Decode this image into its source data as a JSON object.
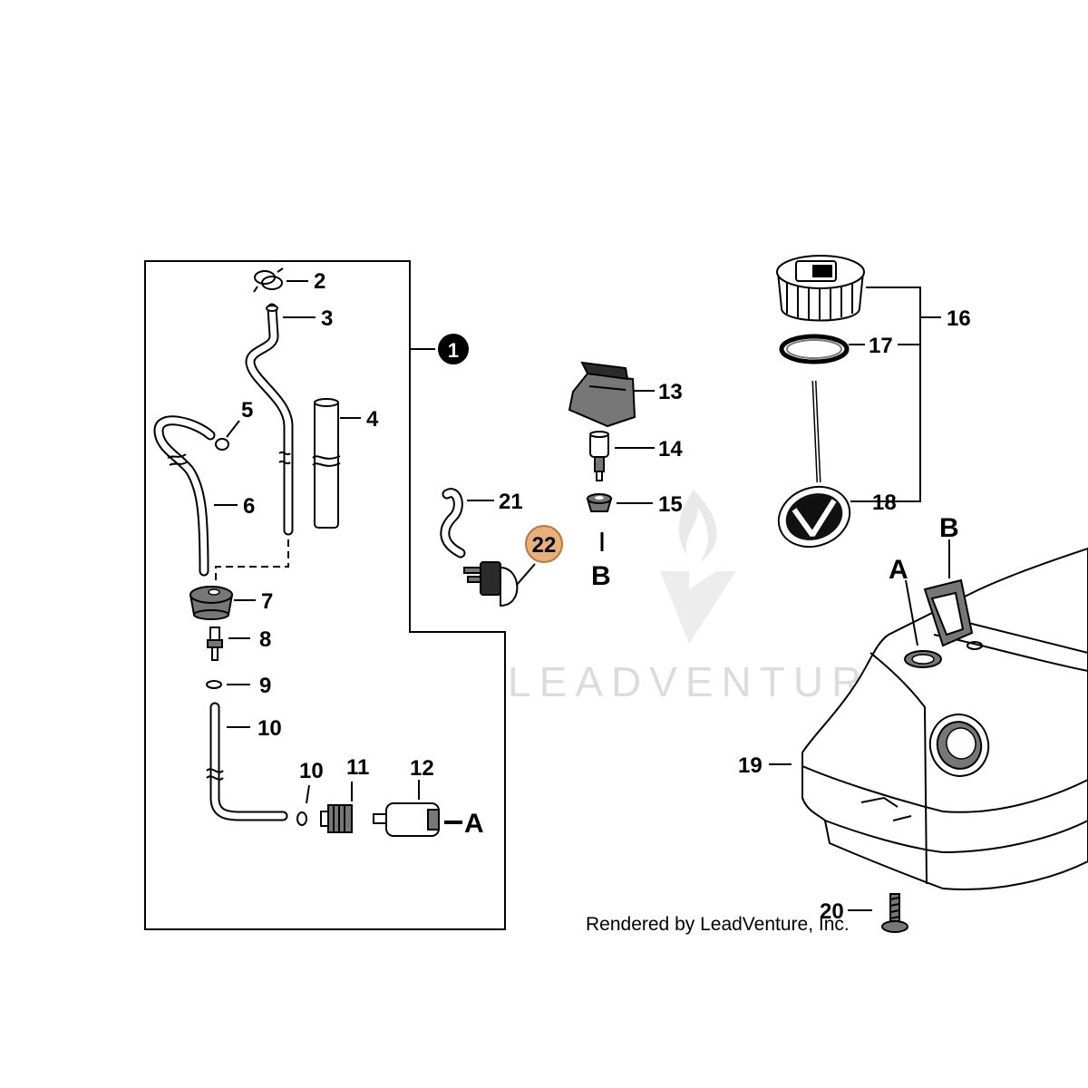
{
  "diagram": {
    "assembly_callout": "1",
    "highlight_color": "#e8b07a",
    "labels": {
      "p2": "2",
      "p3": "3",
      "p4": "4",
      "p5": "5",
      "p6": "6",
      "p7": "7",
      "p8": "8",
      "p9": "9",
      "p10a": "10",
      "p10b": "10",
      "p11": "11",
      "p12": "12",
      "p13": "13",
      "p14": "14",
      "p15": "15",
      "p16": "16",
      "p17": "17",
      "p18": "18",
      "p19": "19",
      "p20": "20",
      "p21": "21",
      "p22": "22"
    },
    "connectors": {
      "a_left": "A",
      "a_tank": "A",
      "b_valve": "B",
      "b_tank": "B"
    },
    "watermark": "LEADVENTURE",
    "credit": "Rendered by LeadVenture, Inc."
  }
}
